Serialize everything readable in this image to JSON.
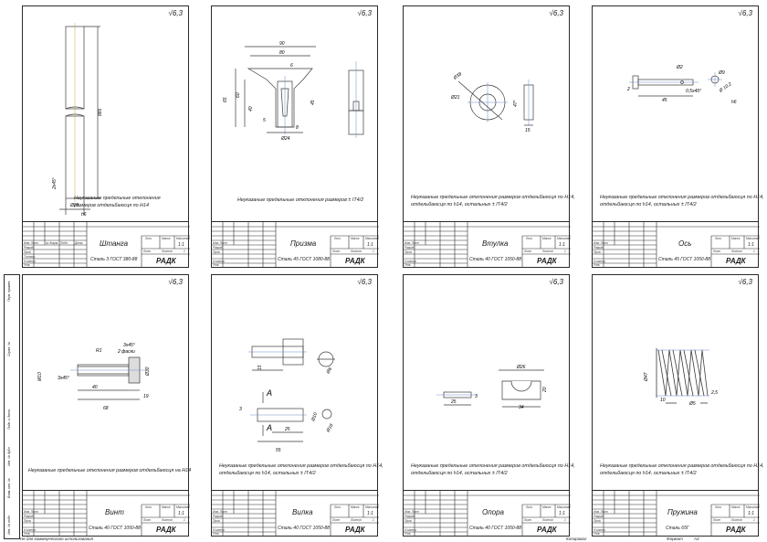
{
  "roughness": "6,3",
  "org": "РАДК",
  "sheets": [
    {
      "name": "Штанга",
      "material": "Сталь 3 ГОСТ 380-88",
      "note_lines": [
        "Неуказаные предельные отклонения",
        "размеров отдельбаюсця по Н14"
      ],
      "dims": [
        "885",
        "2х45°",
        "Ø25",
        "h6"
      ]
    },
    {
      "name": "Призма",
      "material": "Сталь 45 ГОСТ 1080-88",
      "note_lines": [
        "Неуказаные предельные отклонения размеров ± IT4/2"
      ],
      "dims": [
        "90",
        "80",
        "6",
        "65",
        "60",
        "40",
        "45",
        "5",
        "Ø24",
        "8"
      ]
    },
    {
      "name": "Втулка",
      "material": "Сталь 40 ГОСТ 1050-88",
      "note_lines": [
        "Неуказаные предельные отклонения размеров отдельбаюсця по Н14,",
        "отдельбаюсця по h14, остальных ± IT4/2"
      ],
      "dims": [
        "Ø38",
        "Ø21",
        "47°",
        "15"
      ]
    },
    {
      "name": "Ось",
      "material": "Сталь 45 ГОСТ 1050-88",
      "note_lines": [
        "Неуказаные предельные отклонения размеров отдельбаюсця по Н14,",
        "отдельбаюсця по h14, остальных ± IT4/2"
      ],
      "dims": [
        "Ø2",
        "Ø9",
        "2",
        "0,5х45°",
        "45",
        "Ø 10,2",
        "h6"
      ]
    },
    {
      "name": "Винт",
      "material": "Сталь 40 ГОСТ 1050-88",
      "note_lines": [
        "Неуказаные предельные отклонения размеров отдельбаюсця на Н14"
      ],
      "dims": [
        "3х45°",
        "2 фаски",
        "R1",
        "M10",
        "3х45°",
        "Ø30",
        "40",
        "19",
        "68"
      ]
    },
    {
      "name": "Вилка",
      "material": "Сталь 40 ГОСТ 1050-88",
      "note_lines": [
        "Неуказаные предельные отклонения размеров отдельбаюсця по Н14,",
        "отдельбаюсця по h14, остальных ± IT4/2"
      ],
      "dims": [
        "Ø8",
        "15",
        "A",
        "A",
        "3",
        "25",
        "55",
        "Ø10",
        "Ø16"
      ]
    },
    {
      "name": "Опора",
      "material": "Сталь 40 ГОСТ 1050-88",
      "note_lines": [
        "Неуказаные предельные отклонения размеров отдельбаюсця по Н14,",
        "отдельбаюсця по h14, остальных ± IT4/2"
      ],
      "dims": [
        "Ø26",
        "25",
        "3",
        "34",
        "20"
      ]
    },
    {
      "name": "Пружина",
      "material": "Сталь 65Г",
      "note_lines": [
        "Неуказаные предельные отклонения размеров отдельбаюсця по Н14,",
        "отдельбаюсця по h14, остальных ± IT4/2"
      ],
      "dims": [
        "Ø47",
        "10",
        "Ø5",
        "2,5"
      ]
    }
  ],
  "titleblock": {
    "col_lit": "Лит.",
    "col_mass": "Масса",
    "col_scale": "Масштаб",
    "scale": "1:1",
    "sheet": "Лист",
    "sheets": "Листов",
    "sheets_num": "1",
    "row_izm": "Изм. Лист",
    "row_doc": "№ докум.",
    "row_sign": "Подп.",
    "row_date": "Дата",
    "row_razrab": "Разраб.",
    "row_prov": "Пров.",
    "row_tkontr": "Т.контр.",
    "row_nkontr": "Н.контр.",
    "row_utv": "Утв."
  },
  "side_labels": [
    "Перв. примен.",
    "Справ. №",
    "Подп. и дата",
    "Инв. № дубл.",
    "Взам. инв. №",
    "Подп. и дата",
    "Инв. № подл."
  ],
  "footer": {
    "left": "Не для коммерческого использования",
    "copied": "Копировал",
    "format": "Формат",
    "format_val": "А3"
  }
}
